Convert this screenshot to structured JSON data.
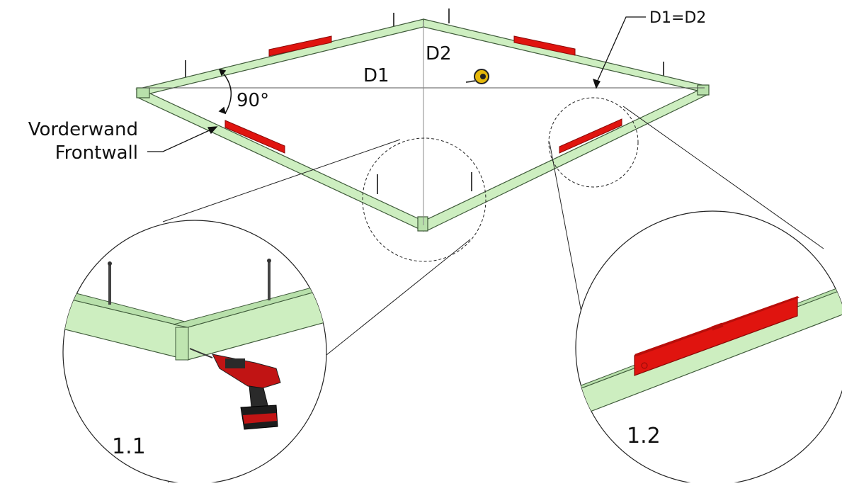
{
  "labels": {
    "diagonal_1": "D1",
    "diagonal_2": "D2",
    "angle": "90°",
    "equality": "D1=D2",
    "front_wall_de": "Vorderwand",
    "front_wall_en": "Frontwall",
    "detail_1": "1.1",
    "detail_2": "1.2"
  },
  "colors": {
    "beam_fill": "#cdeec0",
    "beam_stroke": "#3f5a3a",
    "level_red": "#e0140f",
    "line": "#111111"
  },
  "icons": {
    "level": "spirit-level-icon",
    "tape": "tape-measure-icon",
    "drill": "cordless-drill-icon",
    "stake": "ground-stake-icon"
  }
}
